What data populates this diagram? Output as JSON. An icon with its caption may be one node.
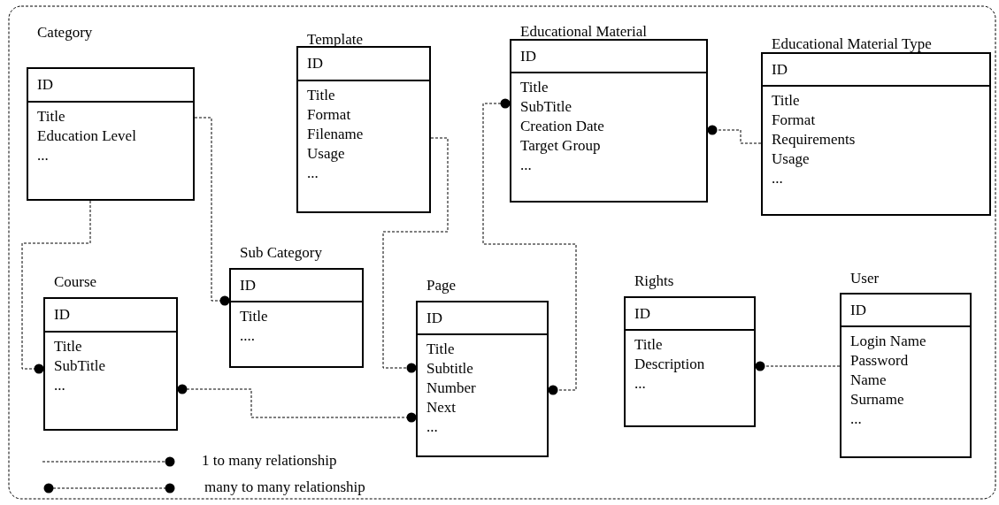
{
  "diagram": {
    "nodes": [
      {
        "text": [
          "Category",
          "ID",
          "Title",
          "Education Level",
          "..."
        ]
      },
      {
        "text": [
          "Template",
          "ID",
          "Title",
          "Format",
          "Filename",
          "Usage",
          "..."
        ]
      },
      {
        "text": [
          "Educational Material",
          "ID",
          "Title",
          "SubTitle",
          "Creation Date",
          "Target Group",
          "..."
        ]
      },
      {
        "text": [
          "Educational Material Type",
          "ID",
          "Title",
          "Format",
          "Requirements",
          "Usage",
          "..."
        ]
      },
      {
        "text": [
          "Sub Category",
          "ID",
          "Title",
          "...."
        ]
      },
      {
        "text": [
          "Course",
          "ID",
          "Title",
          "SubTitle",
          "..."
        ]
      },
      {
        "text": [
          "Page",
          "ID",
          "Title",
          "Subtitle",
          "Number",
          "Next",
          "..."
        ]
      },
      {
        "text": [
          "Rights",
          "ID",
          "Title",
          "Description",
          "..."
        ]
      },
      {
        "text": [
          "User",
          "ID",
          "Login Name",
          "Password",
          "Name",
          "Surname",
          "..."
        ]
      }
    ],
    "edges": [
      {
        "from": 0,
        "to": 5,
        "arrow": "other",
        "style": "dashed"
      },
      {
        "from": 0,
        "to": 4,
        "arrow": "other",
        "style": "dashed"
      },
      {
        "from": 1,
        "to": 6,
        "arrow": "other",
        "style": "dashed"
      },
      {
        "from": 2,
        "to": 6,
        "arrow": "other",
        "style": "dashed"
      },
      {
        "from": 3,
        "to": 2,
        "arrow": "other",
        "style": "dashed"
      },
      {
        "from": 5,
        "to": 6,
        "arrow": "other",
        "style": "dashed"
      },
      {
        "from": 8,
        "to": 7,
        "arrow": "other",
        "style": "dashed"
      }
    ],
    "legend": [
      {
        "text": "1 to many relationship"
      },
      {
        "text": "many to many relationship"
      }
    ]
  }
}
